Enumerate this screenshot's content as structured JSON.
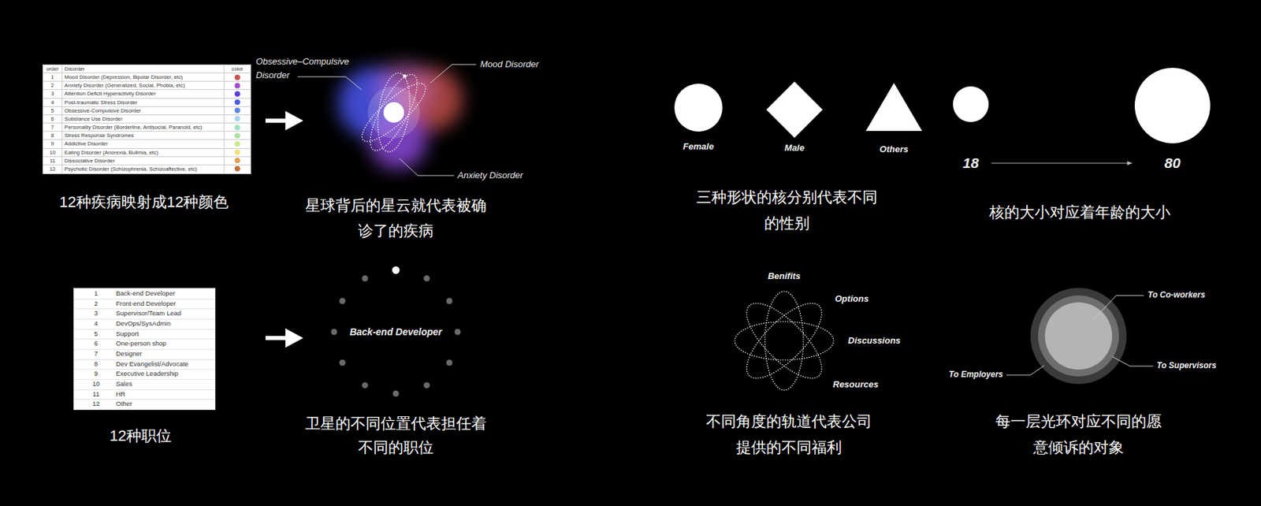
{
  "diagram": {
    "nodes": [
      {
        "text": [
          "Female"
        ]
      },
      {
        "text": [
          "Male"
        ]
      },
      {
        "text": [
          "Others"
        ]
      },
      {
        "text": [
          "18"
        ]
      },
      {
        "text": [
          "80"
        ]
      },
      {
        "text": [
          "Back-end Developer"
        ]
      }
    ],
    "edges": [
      {
        "from": 3,
        "to": 4,
        "arrow": "to"
      }
    ],
    "labels": [
      "order",
      "Disorder",
      "color",
      "1",
      "2",
      "3",
      "4",
      "5",
      "6",
      "7",
      "8",
      "9",
      "10",
      "11",
      "12",
      "Obsessive–Compulsive Disorder",
      "Mood Disorder",
      "Anxiety Disorder",
      "12种疾病映射成12种颜色",
      "星球背后的星云就代表被确 诊了的疾病",
      "1",
      "2",
      "3",
      "4",
      "5",
      "6",
      "7",
      "8",
      "9",
      "10",
      "11",
      "12",
      "Back-end Developer",
      "Front-end Developer",
      "Supervisor/Team Lead",
      "DevOps/SysAdmin",
      "Support",
      "One-person shop",
      "Designer",
      "Dev Evangelist/Advocate",
      "Executive Leadership",
      "Sales",
      "HR",
      "Other",
      "12种职位",
      "卫星的不同位置代表担任着 不同的职位",
      "三种形状的核分别代表不同 的性别",
      "核的大小对应着年龄的大小",
      "Benifits",
      "Options",
      "Discussions",
      "Resources",
      "不同角度的轨道代表公司 提供的不同福利",
      "To Co-workers",
      "To Supervisors",
      "To Employers",
      "每一层光环对应不同的愿 意倾诉的对象"
    ],
    "legend": [
      {
        "text": "Mood Disorder (Depression, Bipolar Disorder, etc)",
        "color": "#c8524e"
      },
      {
        "text": "Anxiety Disorder (Generalized, Social, Phobia, etc)",
        "color": "#a24fcf"
      },
      {
        "text": "Attention Deficit Hyperactivity Disorder",
        "color": "#5b3fd6"
      },
      {
        "text": "Post-traumatic Stress Disorder",
        "color": "#4b5ee0"
      },
      {
        "text": "Obsessive-Compulsive Disorder",
        "color": "#5b86e6"
      },
      {
        "text": "Substance Use Disorder",
        "color": "#a6d4f2"
      },
      {
        "text": "Personality Disorder (Borderline, Antisocial, Paranoid, etc)",
        "color": "#9fe3c4"
      },
      {
        "text": "Stress Response Syndromes",
        "color": "#ade39f"
      },
      {
        "text": "Addictive Disorder",
        "color": "#cbe88e"
      },
      {
        "text": "Eating Disorder (Anorexia, Bulimia, etc)",
        "color": "#f1e07d"
      },
      {
        "text": "Dissociative Disorder",
        "color": "#e0a052"
      },
      {
        "text": "Psychotic Disorder (Schizophrenia, Schizoaffective, etc)",
        "color": "#c4713f"
      }
    ]
  }
}
